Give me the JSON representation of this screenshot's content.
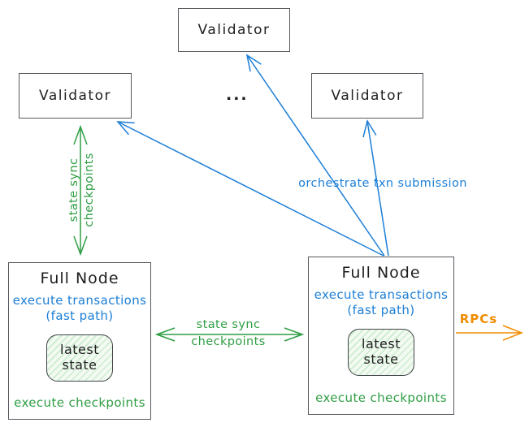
{
  "colors": {
    "green": "#2f9e44",
    "blue": "#1c7ed6",
    "orange": "#f08c00",
    "ink": "#1e1e1e",
    "box_border": "#55595e",
    "state_fill": "#f2faf2",
    "state_hatch": "#cdeccf"
  },
  "nodes": {
    "validator_top": {
      "label": "Validator"
    },
    "validator_left": {
      "label": "Validator"
    },
    "validator_right": {
      "label": "Validator"
    },
    "ellipsis": "...",
    "full_node_left": {
      "title": "Full Node",
      "execute_transactions": "execute transactions",
      "fast_path": "(fast path)",
      "state_line1": "latest",
      "state_line2": "state",
      "execute_checkpoints": "execute checkpoints"
    },
    "full_node_right": {
      "title": "Full Node",
      "execute_transactions": "execute transactions",
      "fast_path": "(fast path)",
      "state_line1": "latest",
      "state_line2": "state",
      "execute_checkpoints": "execute checkpoints"
    }
  },
  "edges": {
    "state_sync_left": {
      "line1": "state sync",
      "line2": "checkpoints"
    },
    "state_sync_middle": {
      "line1": "state sync",
      "line2": "checkpoints"
    },
    "orchestrate": {
      "label": "orchestrate txn submission"
    },
    "rpcs": {
      "label": "RPCs"
    }
  }
}
